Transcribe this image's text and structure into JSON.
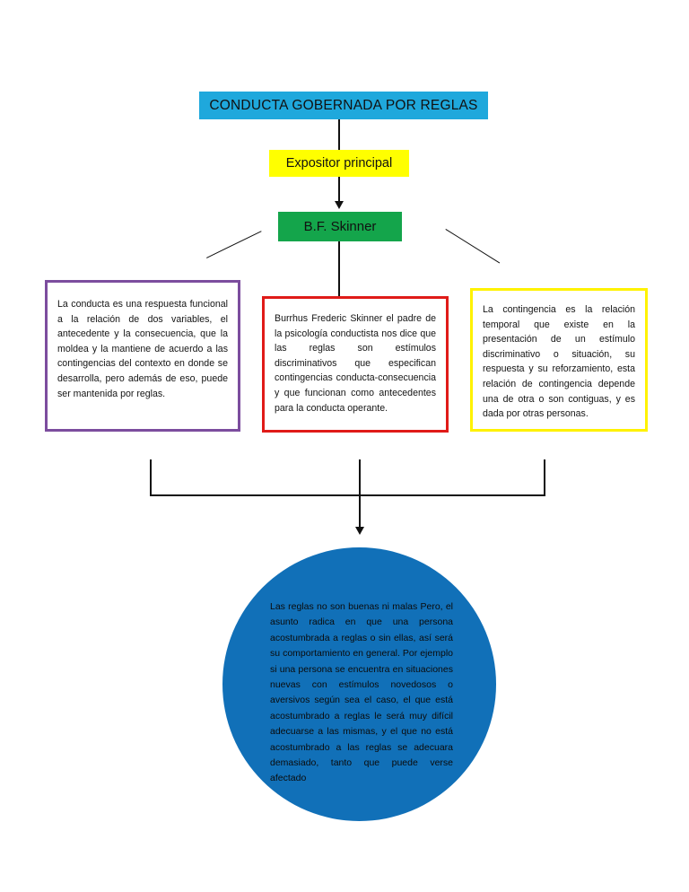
{
  "diagram": {
    "title_box": {
      "label": "CONDUCTA GOBERNADA POR REGLAS",
      "color": "#1FA8DC"
    },
    "expositor_box": {
      "label": "Expositor principal",
      "color": "#FFFF00"
    },
    "skinner_box": {
      "label": "B.F.  Skinner",
      "color": "#14A54B"
    },
    "content_boxes": [
      {
        "id": "conducta",
        "border_color": "#7C4D9E",
        "text": "La conducta    es una respuesta funcional a la relación de dos variables, el antecedente y la consecuencia, que la moldea y la mantiene de acuerdo a las contingencias del contexto en donde se desarrolla, pero además de eso, puede ser mantenida por reglas."
      },
      {
        "id": "burrhus",
        "border_color": "#E01B18",
        "text": "Burrhus Frederic  Skinner el padre de la psicología conductista nos dice que las reglas son estímulos discriminativos que especifican contingencias conducta-consecuencia y que funcionan como antecedentes para la conducta operante."
      },
      {
        "id": "contingencia",
        "border_color": "#FFF200",
        "text": "La contingencia es la relación temporal que  existe en la presentación de un estímulo discriminativo o situación, su respuesta y su reforzamiento, esta relación de contingencia depende una de otra o son contiguas, y es dada por otras personas."
      }
    ],
    "conclusion_circle": {
      "color": "#1170B8",
      "text": "Las reglas no son buenas ni malas Pero, el asunto radica en que una persona acostumbrada a reglas o sin ellas, así será su comportamiento en general. Por ejemplo si una persona se encuentra en situaciones nuevas con estímulos novedosos o aversivos según sea el caso, el que está acostumbrado a reglas le será muy difícil adecuarse a las mismas, y el que no está acostumbrado a las reglas se adecuara demasiado, tanto que puede verse afectado"
    }
  }
}
